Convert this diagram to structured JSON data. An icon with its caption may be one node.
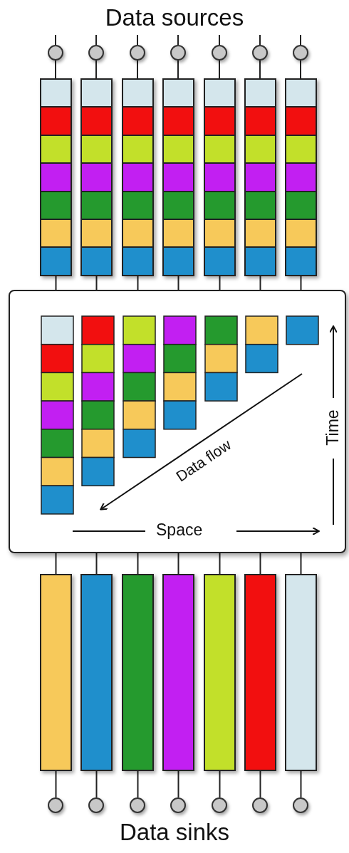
{
  "diagram": {
    "title": "Data sources",
    "caption": "Data sinks",
    "nodes": [
      {
        "text": [],
        "shape": "circle"
      },
      {
        "text": [],
        "shape": "circle"
      },
      {
        "text": [],
        "shape": "circle"
      },
      {
        "text": [],
        "shape": "circle"
      },
      {
        "text": [],
        "shape": "circle"
      },
      {
        "text": [],
        "shape": "circle"
      },
      {
        "text": [],
        "shape": "circle"
      },
      {
        "text": [],
        "shape": "bar"
      },
      {
        "text": [],
        "shape": "bar"
      },
      {
        "text": [],
        "shape": "bar"
      },
      {
        "text": [],
        "shape": "bar"
      },
      {
        "text": [],
        "shape": "bar"
      },
      {
        "text": [],
        "shape": "bar"
      },
      {
        "text": [],
        "shape": "bar"
      },
      {
        "text": [
          "Data flow",
          "Space",
          "Time"
        ]
      },
      {
        "text": [],
        "shape": "bar"
      },
      {
        "text": [],
        "shape": "bar"
      },
      {
        "text": [],
        "shape": "bar"
      },
      {
        "text": [],
        "shape": "bar"
      },
      {
        "text": [],
        "shape": "bar"
      },
      {
        "text": [],
        "shape": "bar"
      },
      {
        "text": [],
        "shape": "bar"
      },
      {
        "text": [],
        "shape": "circle"
      },
      {
        "text": [],
        "shape": "circle"
      },
      {
        "text": [],
        "shape": "circle"
      },
      {
        "text": [],
        "shape": "circle"
      },
      {
        "text": [],
        "shape": "circle"
      },
      {
        "text": [],
        "shape": "circle"
      },
      {
        "text": [],
        "shape": "circle"
      }
    ],
    "edges": [
      {
        "from": null,
        "to": 0,
        "arrow": "none"
      },
      {
        "from": null,
        "to": 1,
        "arrow": "none"
      },
      {
        "from": null,
        "to": 2,
        "arrow": "none"
      },
      {
        "from": null,
        "to": 3,
        "arrow": "none"
      },
      {
        "from": null,
        "to": 4,
        "arrow": "none"
      },
      {
        "from": null,
        "to": 5,
        "arrow": "none"
      },
      {
        "from": null,
        "to": 6,
        "arrow": "none"
      },
      {
        "from": 0,
        "to": 7,
        "arrow": "none"
      },
      {
        "from": 1,
        "to": 8,
        "arrow": "none"
      },
      {
        "from": 2,
        "to": 9,
        "arrow": "none"
      },
      {
        "from": 3,
        "to": 10,
        "arrow": "none"
      },
      {
        "from": 4,
        "to": 11,
        "arrow": "none"
      },
      {
        "from": 5,
        "to": 12,
        "arrow": "none"
      },
      {
        "from": 6,
        "to": 13,
        "arrow": "none"
      },
      {
        "from": 7,
        "to": 14,
        "arrow": "none"
      },
      {
        "from": 8,
        "to": 14,
        "arrow": "none"
      },
      {
        "from": 9,
        "to": 14,
        "arrow": "none"
      },
      {
        "from": 10,
        "to": 14,
        "arrow": "none"
      },
      {
        "from": 11,
        "to": 14,
        "arrow": "none"
      },
      {
        "from": 12,
        "to": 14,
        "arrow": "none"
      },
      {
        "from": 13,
        "to": 14,
        "arrow": "none"
      },
      {
        "from": 14,
        "to": 15,
        "arrow": "none"
      },
      {
        "from": 14,
        "to": 16,
        "arrow": "none"
      },
      {
        "from": 14,
        "to": 17,
        "arrow": "none"
      },
      {
        "from": 14,
        "to": 18,
        "arrow": "none"
      },
      {
        "from": 14,
        "to": 19,
        "arrow": "none"
      },
      {
        "from": 14,
        "to": 20,
        "arrow": "none"
      },
      {
        "from": 14,
        "to": 21,
        "arrow": "none"
      },
      {
        "from": 15,
        "to": 22,
        "arrow": "none"
      },
      {
        "from": 16,
        "to": 23,
        "arrow": "none"
      },
      {
        "from": 17,
        "to": 24,
        "arrow": "none"
      },
      {
        "from": 18,
        "to": 25,
        "arrow": "none"
      },
      {
        "from": 19,
        "to": 26,
        "arrow": "none"
      },
      {
        "from": 20,
        "to": 27,
        "arrow": "none"
      },
      {
        "from": 21,
        "to": 28,
        "arrow": "none"
      }
    ]
  }
}
